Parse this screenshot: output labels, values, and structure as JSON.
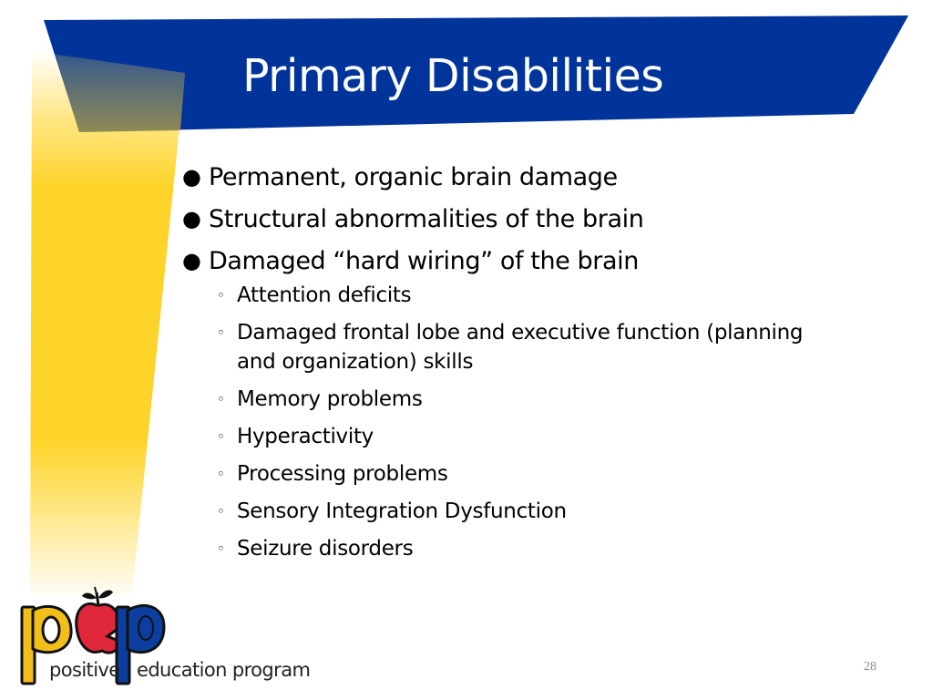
{
  "slide": {
    "title": "Primary Disabilities",
    "page_number": "28",
    "colors": {
      "banner_blue": "#00349A",
      "accent_yellow": "#FFD42A",
      "text": "#000000",
      "title_text": "#FFFFFF",
      "page_number": "#8C8C8C"
    },
    "bullets": [
      {
        "text": "Permanent, organic brain damage",
        "icon": "filled-circle-bullet"
      },
      {
        "text": "Structural abnormalities of the brain",
        "icon": "filled-circle-bullet"
      },
      {
        "text": "Damaged “hard wiring” of the brain",
        "icon": "filled-circle-bullet",
        "subitems": [
          {
            "text": "Attention deficits",
            "icon": "hollow-circle-bullet"
          },
          {
            "text": "Damaged frontal lobe and executive function (planning and organization) skills",
            "icon": "hollow-circle-bullet"
          },
          {
            "text": "Memory problems",
            "icon": "hollow-circle-bullet"
          },
          {
            "text": "Hyperactivity",
            "icon": "hollow-circle-bullet"
          },
          {
            "text": "Processing problems",
            "icon": "hollow-circle-bullet"
          },
          {
            "text": "Sensory Integration Dysfunction",
            "icon": "hollow-circle-bullet"
          },
          {
            "text": "Seizure disorders",
            "icon": "hollow-circle-bullet"
          }
        ]
      }
    ],
    "bullet_glyphs": {
      "level1": "●",
      "level2": "◦"
    },
    "logo": {
      "word1": "positive",
      "word2": "education program",
      "colors": {
        "p1": "#F2BE1A",
        "apple": "#E0283A",
        "p2": "#0B3E9E",
        "outline": "#111111"
      }
    }
  }
}
